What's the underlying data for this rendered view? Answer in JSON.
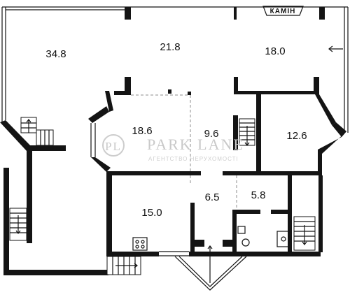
{
  "plan": {
    "fireplace_label": "КАМІН",
    "rooms": [
      {
        "id": "room-34-8",
        "area": "34.8"
      },
      {
        "id": "room-21-8",
        "area": "21.8"
      },
      {
        "id": "room-18-0",
        "area": "18.0"
      },
      {
        "id": "room-18-6",
        "area": "18.6"
      },
      {
        "id": "room-9-6",
        "area": "9.6"
      },
      {
        "id": "room-12-6",
        "area": "12.6"
      },
      {
        "id": "room-15-0",
        "area": "15.0"
      },
      {
        "id": "room-6-5",
        "area": "6.5"
      },
      {
        "id": "room-5-8",
        "area": "5.8"
      }
    ]
  },
  "watermark": {
    "brand": "PARK LANE",
    "logo": "PL",
    "subtitle": "АГЕНТСТВО НЕРУХОМОСТІ"
  }
}
